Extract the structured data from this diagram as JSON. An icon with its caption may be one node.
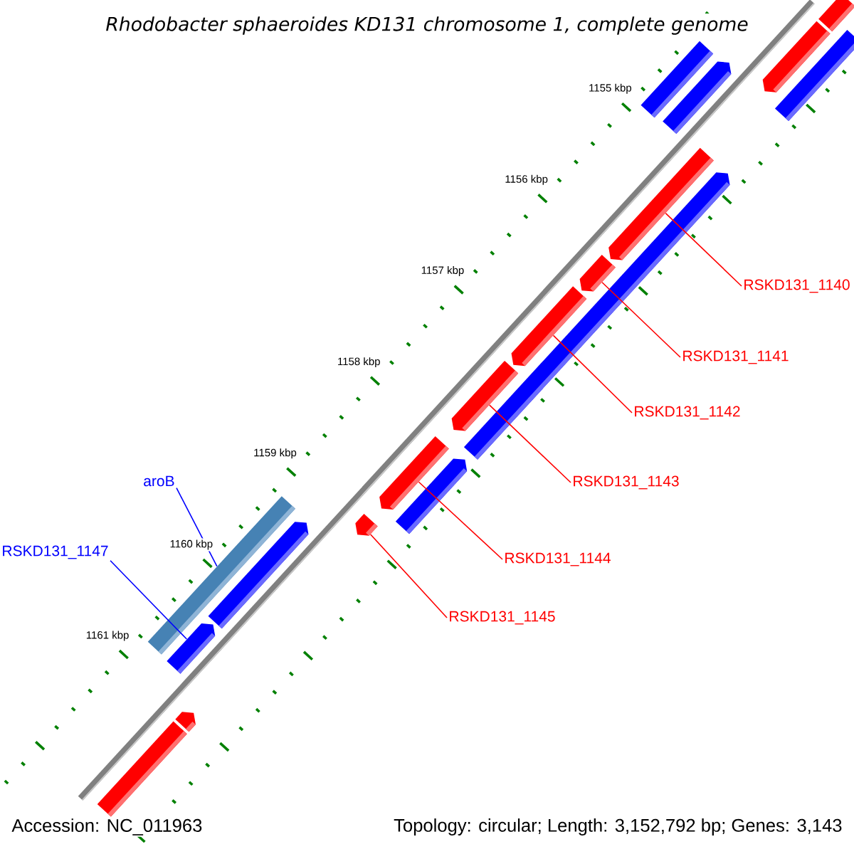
{
  "diagram": {
    "title": "Rhodobacter sphaeroides KD131 chromosome 1, complete genome",
    "nodes": [
      {
        "text": [
          "RSKD131_1140"
        ]
      },
      {
        "text": [
          "RSKD131_1141"
        ]
      },
      {
        "text": [
          "RSKD131_1142"
        ]
      },
      {
        "text": [
          "RSKD131_1143"
        ]
      },
      {
        "text": [
          "RSKD131_1144"
        ]
      },
      {
        "text": [
          "RSKD131_1145"
        ]
      },
      {
        "text": [
          "aroB"
        ]
      },
      {
        "text": [
          "RSKD131_1147"
        ]
      },
      {
        "text": [],
        "shape": "bar"
      },
      {
        "text": [],
        "shape": "bar"
      },
      {
        "text": [],
        "shape": "bar"
      },
      {
        "text": [],
        "shape": "bar"
      },
      {
        "text": [],
        "shape": "bar"
      },
      {
        "text": [],
        "shape": "bar"
      },
      {
        "text": [],
        "shape": "bar"
      },
      {
        "text": [],
        "shape": "bar"
      },
      {
        "text": [],
        "shape": "bar"
      },
      {
        "text": [],
        "shape": "bar"
      },
      {
        "text": [],
        "shape": "bar"
      },
      {
        "text": [],
        "shape": "bar"
      },
      {
        "text": [],
        "shape": "bar"
      },
      {
        "text": [],
        "shape": "bar"
      },
      {
        "text": [],
        "shape": "bar"
      },
      {
        "text": [],
        "shape": "bar"
      },
      {
        "text": [],
        "shape": "bar"
      },
      {
        "text": [],
        "shape": "bar"
      }
    ],
    "edges": [
      {
        "from": 0,
        "to": 8,
        "arrow": "none"
      },
      {
        "from": 1,
        "to": 9,
        "arrow": "none"
      },
      {
        "from": 2,
        "to": 10,
        "arrow": "none"
      },
      {
        "from": 3,
        "to": 11,
        "arrow": "none"
      },
      {
        "from": 4,
        "to": 12,
        "arrow": "none"
      },
      {
        "from": 5,
        "to": 13,
        "arrow": "none"
      },
      {
        "from": 6,
        "to": 14,
        "arrow": "none",
        "color": "#0000ff"
      },
      {
        "from": 7,
        "to": 15,
        "arrow": "none",
        "color": "#0000ff"
      }
    ],
    "labels": [
      "1155 kbp",
      "1156 kbp",
      "1157 kbp",
      "1158 kbp",
      "1159 kbp",
      "1160 kbp",
      "1161 kbp",
      "Accession: NC_011963",
      "Topology: circular; Length: 3,152,792 bp; Genes: 3,143"
    ]
  }
}
